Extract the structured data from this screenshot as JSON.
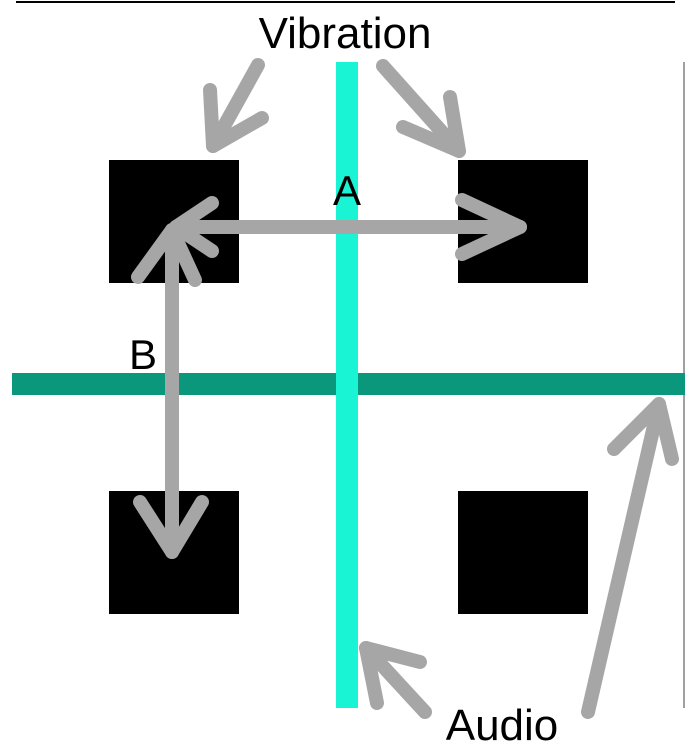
{
  "labels": {
    "vibration": "Vibration",
    "audio": "Audio",
    "distance_a": "A",
    "distance_b": "B"
  },
  "colors": {
    "square_fill": "#000000",
    "vertical_line": "#19f5d4",
    "horizontal_line": "#0a977c",
    "arrow": "#a6a6a6",
    "top_rule": "#000000",
    "right_rule": "#a0a0a0",
    "background": "#ffffff"
  }
}
